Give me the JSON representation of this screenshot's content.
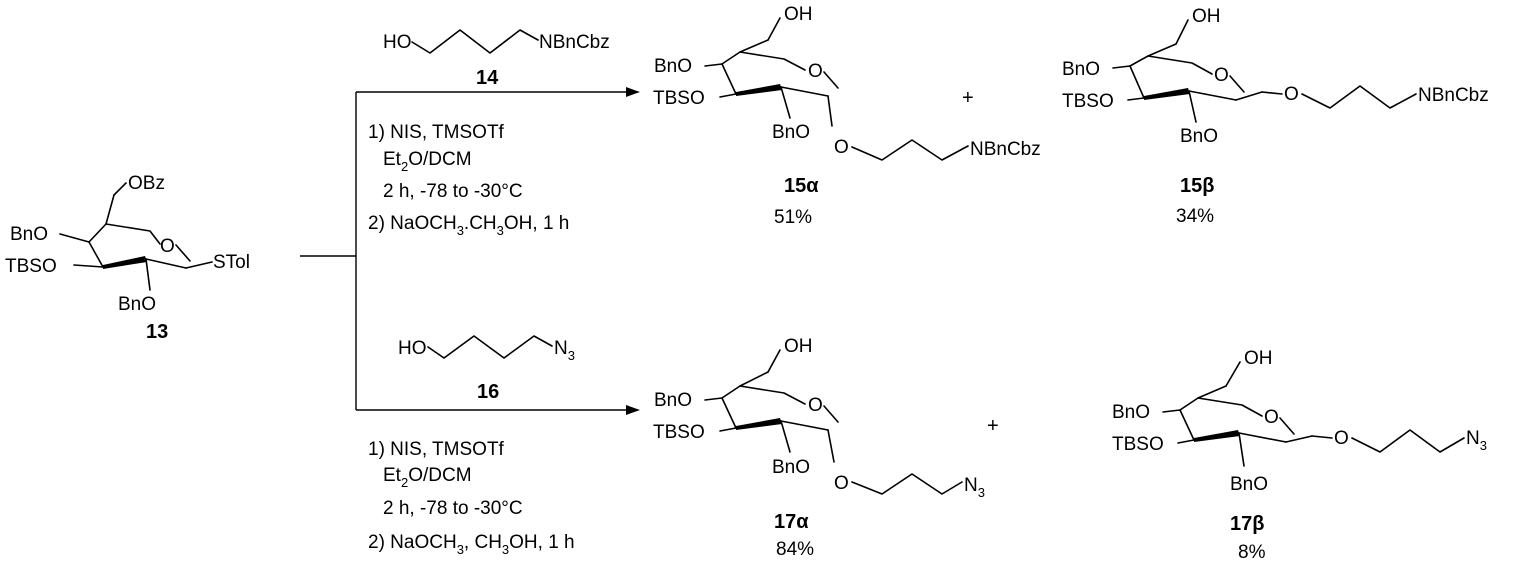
{
  "compounds": {
    "c13": {
      "number": "13",
      "sub_c6": "OBz",
      "sub_c4": "BnO",
      "sub_c3": "TBSO",
      "sub_c2": "BnO",
      "sub_c1": "STol",
      "ring_o": "O"
    },
    "c14": {
      "number": "14",
      "ho": "HO",
      "amine": "NBnCbz"
    },
    "c16": {
      "number": "16",
      "ho": "HO",
      "azide": "N",
      "azide_sub": "3"
    },
    "c15a": {
      "number": "15",
      "anomer": "α",
      "yield": "51%",
      "oh": "OH",
      "bno4": "BnO",
      "tbso": "TBSO",
      "bno2": "BnO",
      "ring_o": "O",
      "glyc_o": "O",
      "end": "NBnCbz"
    },
    "c15b": {
      "number": "15",
      "anomer": "β",
      "yield": "34%",
      "oh": "OH",
      "bno4": "BnO",
      "tbso": "TBSO",
      "bno2": "BnO",
      "ring_o": "O",
      "glyc_o": "O",
      "end": "NBnCbz"
    },
    "c17a": {
      "number": "17",
      "anomer": "α",
      "yield": "84%",
      "oh": "OH",
      "bno4": "BnO",
      "tbso": "TBSO",
      "bno2": "BnO",
      "ring_o": "O",
      "glyc_o": "O",
      "end": "N",
      "end_sub": "3"
    },
    "c17b": {
      "number": "17",
      "anomer": "β",
      "yield": "8%",
      "oh": "OH",
      "bno4": "BnO",
      "tbso": "TBSO",
      "bno2": "BnO",
      "ring_o": "O",
      "glyc_o": "O",
      "end": "N",
      "end_sub": "3"
    }
  },
  "conditions_top": {
    "line1": "1) NIS, TMSOTf",
    "line2_pre": "Et",
    "line2_sub": "2",
    "line2_post": "O/DCM",
    "line3": "2 h, -78 to -30°C",
    "line4_pre": "2) NaOCH",
    "line4_sub1": "3",
    "line4_mid": ".CH",
    "line4_sub2": "3",
    "line4_post": "OH, 1 h"
  },
  "conditions_bottom": {
    "line1": "1) NIS, TMSOTf",
    "line2_pre": "Et",
    "line2_sub": "2",
    "line2_post": "O/DCM",
    "line3": "2 h, -78 to -30°C",
    "line4_pre": "2) NaOCH",
    "line4_sub1": "3",
    "line4_mid": ", CH",
    "line4_sub2": "3",
    "line4_post": "OH, 1 h"
  },
  "plus_sign": "+"
}
